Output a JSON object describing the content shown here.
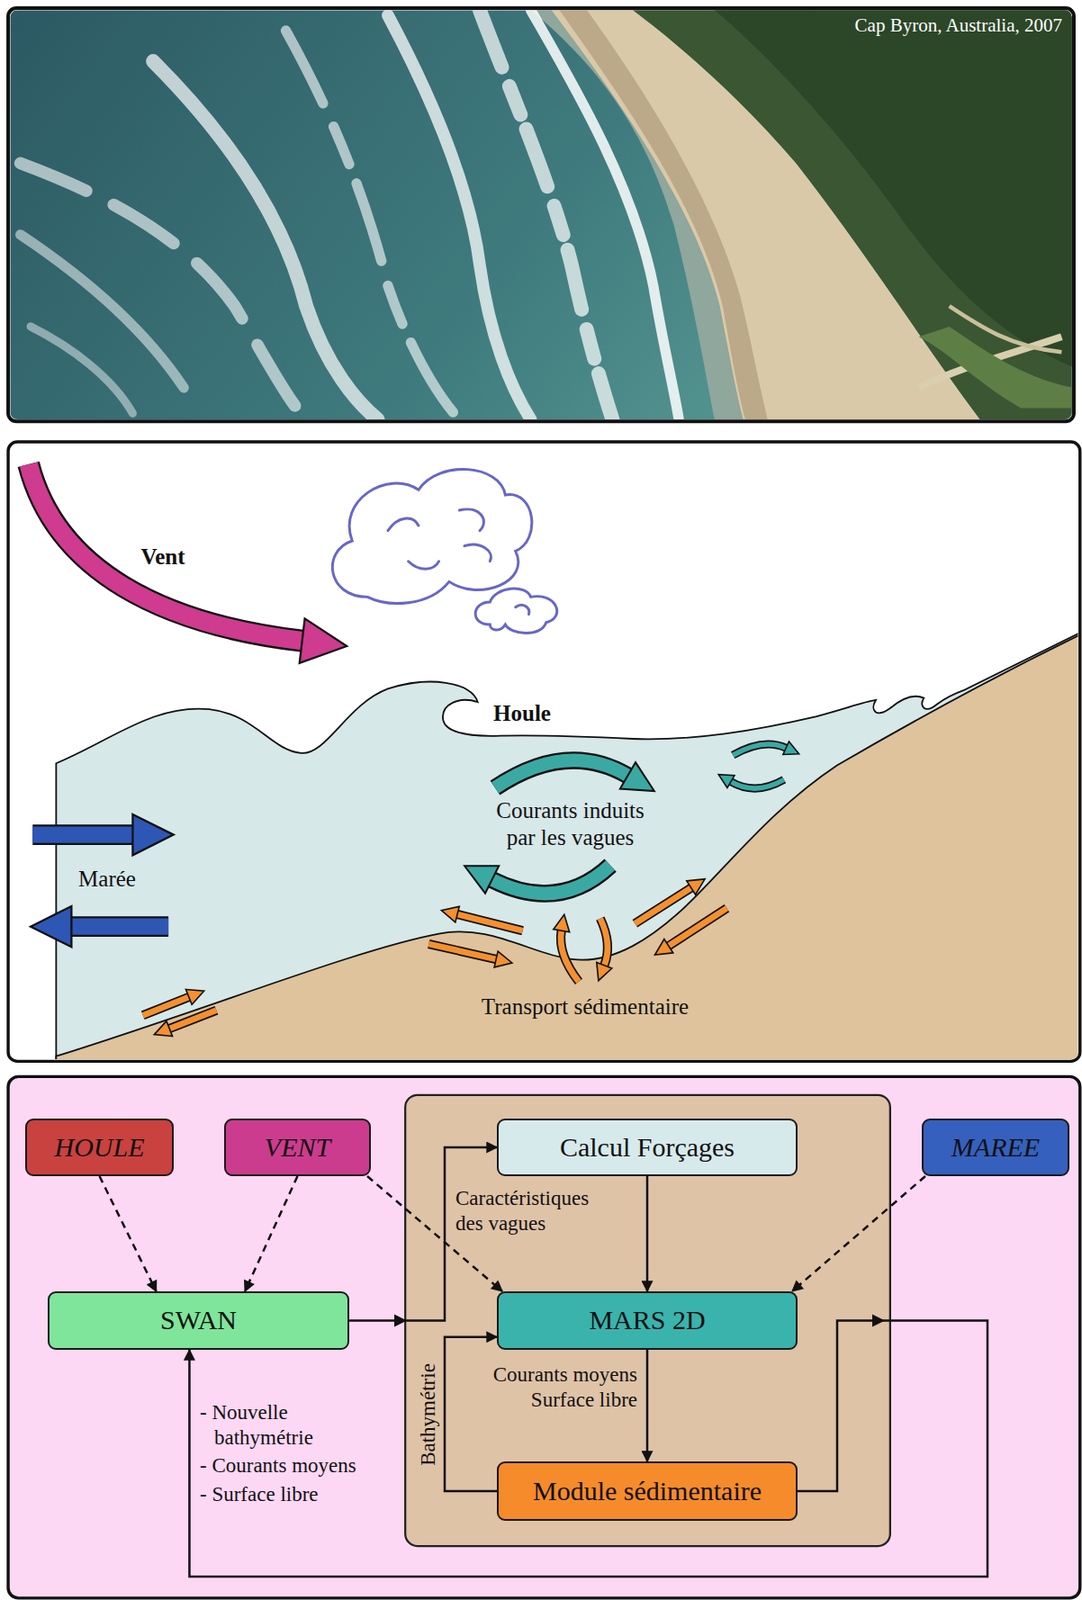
{
  "diagram": {
    "nodes": [
      {
        "text": [
          "HOULE"
        ]
      },
      {
        "text": [
          "VENT"
        ]
      },
      {
        "text": [
          "Calcul Forçages"
        ]
      },
      {
        "text": [
          "MAREE"
        ]
      },
      {
        "text": [
          "SWAN"
        ]
      },
      {
        "text": [
          "MARS 2D"
        ]
      },
      {
        "text": [
          "Module sédimentaire"
        ]
      }
    ],
    "edges": [
      {
        "from": 0,
        "to": 4,
        "arrow": "to"
      },
      {
        "from": 1,
        "to": 4,
        "arrow": "to"
      },
      {
        "from": 1,
        "to": 5,
        "arrow": "to"
      },
      {
        "from": 3,
        "to": 5,
        "arrow": "to"
      },
      {
        "from": 4,
        "to": 2,
        "label": "Caractéristiques des vagues",
        "arrow": "to"
      },
      {
        "from": 2,
        "to": 5,
        "arrow": "to"
      },
      {
        "from": 5,
        "to": 6,
        "label": "Courants moyens Surface libre",
        "arrow": "to"
      },
      {
        "from": 6,
        "to": 5,
        "label": "Bathymétrie",
        "arrow": "to"
      },
      {
        "from": 6,
        "to": 4,
        "arrow": "to"
      }
    ],
    "labels": [
      "Cap Byron, Australia, 2007",
      "Vent",
      "Houle",
      "Courants induits par les vagues",
      "Marée",
      "Transport sédimentaire",
      "- Nouvelle bathymétrie",
      "- Courants moyens",
      "- Surface libre"
    ]
  }
}
